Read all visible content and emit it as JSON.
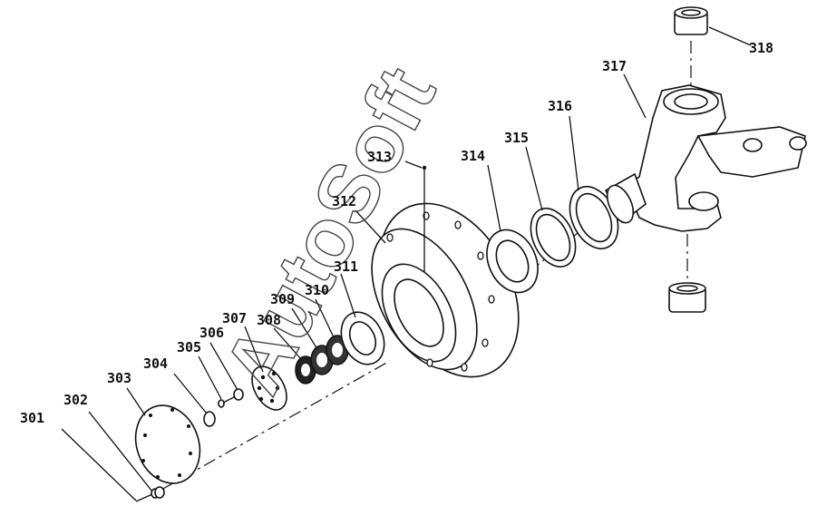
{
  "diagram": {
    "watermark": "AutoSoft",
    "callouts": [
      {
        "id": "301",
        "text": "301"
      },
      {
        "id": "302",
        "text": "302"
      },
      {
        "id": "303",
        "text": "303"
      },
      {
        "id": "304",
        "text": "304"
      },
      {
        "id": "305",
        "text": "305"
      },
      {
        "id": "306",
        "text": "306"
      },
      {
        "id": "307",
        "text": "307"
      },
      {
        "id": "308",
        "text": "308"
      },
      {
        "id": "309",
        "text": "309"
      },
      {
        "id": "310",
        "text": "310"
      },
      {
        "id": "311",
        "text": "311"
      },
      {
        "id": "312",
        "text": "312"
      },
      {
        "id": "313",
        "text": "313"
      },
      {
        "id": "314",
        "text": "314"
      },
      {
        "id": "315",
        "text": "315"
      },
      {
        "id": "316",
        "text": "316"
      },
      {
        "id": "317",
        "text": "317"
      },
      {
        "id": "318",
        "text": "318"
      }
    ]
  }
}
